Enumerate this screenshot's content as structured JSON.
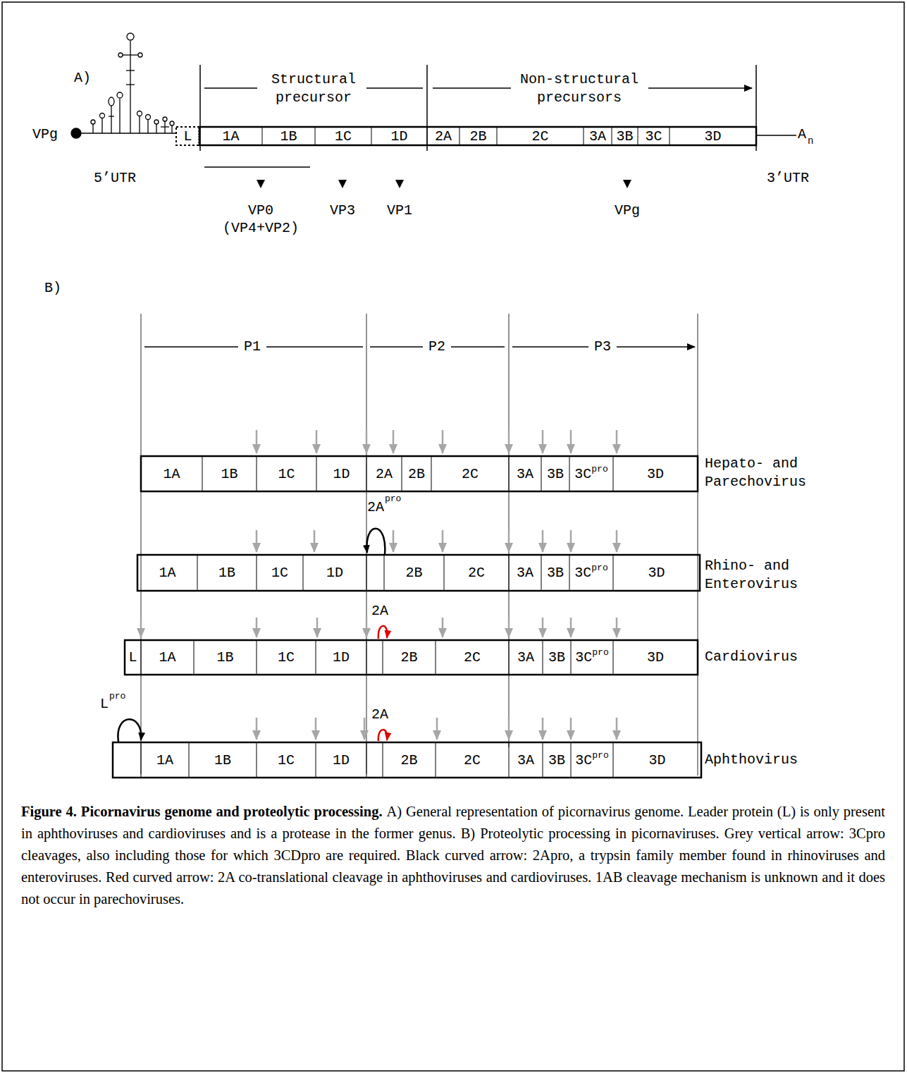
{
  "diagram": {
    "title": "Figure 4. Picornavirus genome and proteolytic processing.",
    "caption": "A) General representation of picornavirus genome. Leader protein (L) is only present in aphthoviruses and cardioviruses and is a protease in the former genus. B) Proteolytic processing in picornaviruses. Grey vertical arrow: 3Cpro cleavages, also including those for which 3CDpro are required. Black curved arrow: 2Apro, a trypsin family member found in rhinoviruses and enteroviruses. Red curved arrow: 2A co-translational cleavage in aphthoviruses and cardioviruses. 1AB cleavage mechanism is unknown and it does not occur in parechoviruses.",
    "nodes": [
      {
        "text": [
          "L"
        ]
      },
      {
        "text": [
          "1A"
        ]
      },
      {
        "text": [
          "1B"
        ]
      },
      {
        "text": [
          "1C"
        ]
      },
      {
        "text": [
          "1D"
        ]
      },
      {
        "text": [
          "2A"
        ]
      },
      {
        "text": [
          "2B"
        ]
      },
      {
        "text": [
          "2C"
        ]
      },
      {
        "text": [
          "3A"
        ]
      },
      {
        "text": [
          "3B"
        ]
      },
      {
        "text": [
          "3C"
        ]
      },
      {
        "text": [
          "3D"
        ]
      },
      {
        "text": [
          "1A"
        ]
      },
      {
        "text": [
          "1B"
        ]
      },
      {
        "text": [
          "1C"
        ]
      },
      {
        "text": [
          "1D"
        ]
      },
      {
        "text": [
          "2A"
        ]
      },
      {
        "text": [
          "2B"
        ]
      },
      {
        "text": [
          "2C"
        ]
      },
      {
        "text": [
          "3A"
        ]
      },
      {
        "text": [
          "3B"
        ]
      },
      {
        "text": [
          "3C",
          "pro"
        ]
      },
      {
        "text": [
          "3D"
        ]
      },
      {
        "text": [
          "1A"
        ]
      },
      {
        "text": [
          "1B"
        ]
      },
      {
        "text": [
          "1C"
        ]
      },
      {
        "text": [
          "1D"
        ]
      },
      {
        "text": [
          "2B"
        ]
      },
      {
        "text": [
          "2C"
        ]
      },
      {
        "text": [
          "3A"
        ]
      },
      {
        "text": [
          "3B"
        ]
      },
      {
        "text": [
          "3C",
          "pro"
        ]
      },
      {
        "text": [
          "3D"
        ]
      },
      {
        "text": [
          "L"
        ]
      },
      {
        "text": [
          "1A"
        ]
      },
      {
        "text": [
          "1B"
        ]
      },
      {
        "text": [
          "1C"
        ]
      },
      {
        "text": [
          "1D"
        ]
      },
      {
        "text": [
          "2B"
        ]
      },
      {
        "text": [
          "2C"
        ]
      },
      {
        "text": [
          "3A"
        ]
      },
      {
        "text": [
          "3B"
        ]
      },
      {
        "text": [
          "3C",
          "pro"
        ]
      },
      {
        "text": [
          "3D"
        ]
      },
      {
        "text": [
          "1A"
        ]
      },
      {
        "text": [
          "1B"
        ]
      },
      {
        "text": [
          "1C"
        ]
      },
      {
        "text": [
          "1D"
        ]
      },
      {
        "text": [
          "2B"
        ]
      },
      {
        "text": [
          "2C"
        ]
      },
      {
        "text": [
          "3A"
        ]
      },
      {
        "text": [
          "3B"
        ]
      },
      {
        "text": [
          "3C",
          "pro"
        ]
      },
      {
        "text": [
          "3D"
        ]
      }
    ],
    "labels": [
      "A)",
      "Structural precursor",
      "Non-structural precursors",
      "VPg",
      "5’UTR",
      "A",
      "n",
      "3’UTR",
      "VP0",
      "(VP4+VP2)",
      "VP3",
      "VP1",
      "VPg",
      "B)",
      "P1",
      "P2",
      "P3",
      "Hepato- and Parechovirus",
      "2A",
      "pro",
      "Rhino- and Enterovirus",
      "2A",
      "Cardiovirus",
      "L",
      "pro",
      "2A",
      "Aphthovirus"
    ]
  }
}
